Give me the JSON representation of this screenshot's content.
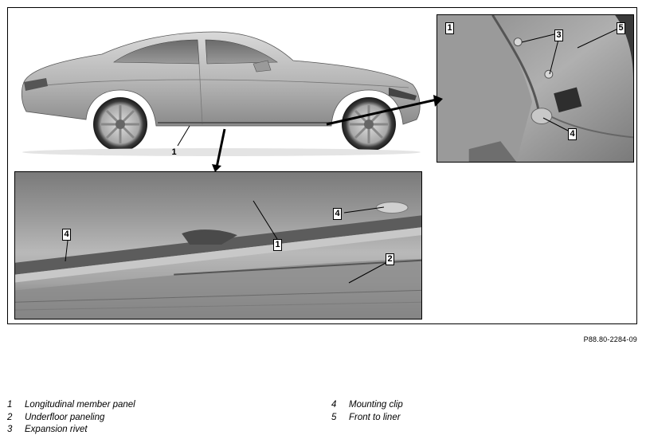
{
  "figure": {
    "reference_code": "P88.80-2284-09",
    "callouts": {
      "car_member_panel": "1",
      "detail_member_panel": "1",
      "detail_clip": "4",
      "detail_clip_left": "4",
      "detail_underfloor": "2",
      "inset_member_panel": "1",
      "inset_rivet": "3",
      "inset_liner": "5",
      "inset_clip": "4"
    }
  },
  "legend": [
    {
      "number": "1",
      "label": "Longitudinal member panel"
    },
    {
      "number": "2",
      "label": "Underfloor paneling"
    },
    {
      "number": "3",
      "label": "Expansion rivet"
    },
    {
      "number": "4",
      "label": "Mounting clip"
    },
    {
      "number": "5",
      "label": "Front to liner"
    }
  ]
}
